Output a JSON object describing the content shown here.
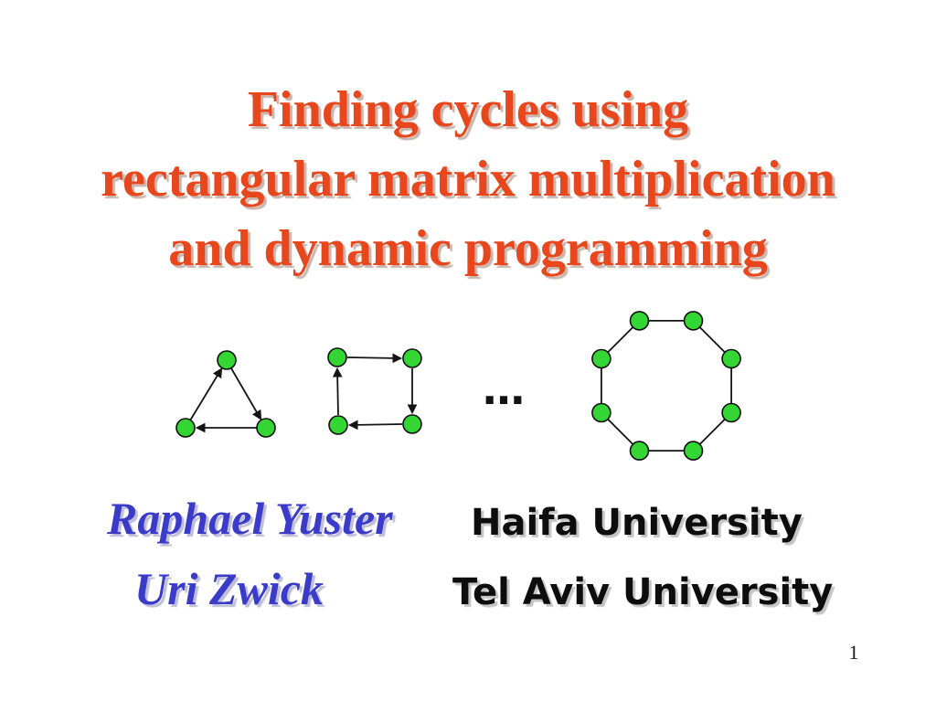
{
  "slide": {
    "title": {
      "lines": [
        "Finding cycles using",
        "rectangular matrix multiplication",
        "and dynamic programming"
      ]
    },
    "authors": [
      {
        "name": "Raphael Yuster",
        "affiliation": "Haifa University"
      },
      {
        "name": "Uri Zwick",
        "affiliation": "Tel Aviv University"
      }
    ],
    "graphs": {
      "ellipsis": "…",
      "items": [
        {
          "label": "triangle-cycle",
          "nodes": 3,
          "directed": true,
          "direction": "clockwise"
        },
        {
          "label": "square-cycle",
          "nodes": 4,
          "directed": true,
          "direction": "clockwise"
        },
        {
          "label": "octagon-cycle",
          "nodes": 8,
          "directed": false
        }
      ]
    },
    "page_number": "1",
    "colors": {
      "title": "#e8461c",
      "title-shadow": "#c9b5ab",
      "author": "#3b3bc9",
      "author-shadow": "#bdbdd6",
      "affiliation": "#0d0d0d",
      "affiliation-shadow": "#c4c4c4",
      "node": "#33d633",
      "edge": "#141414"
    }
  }
}
